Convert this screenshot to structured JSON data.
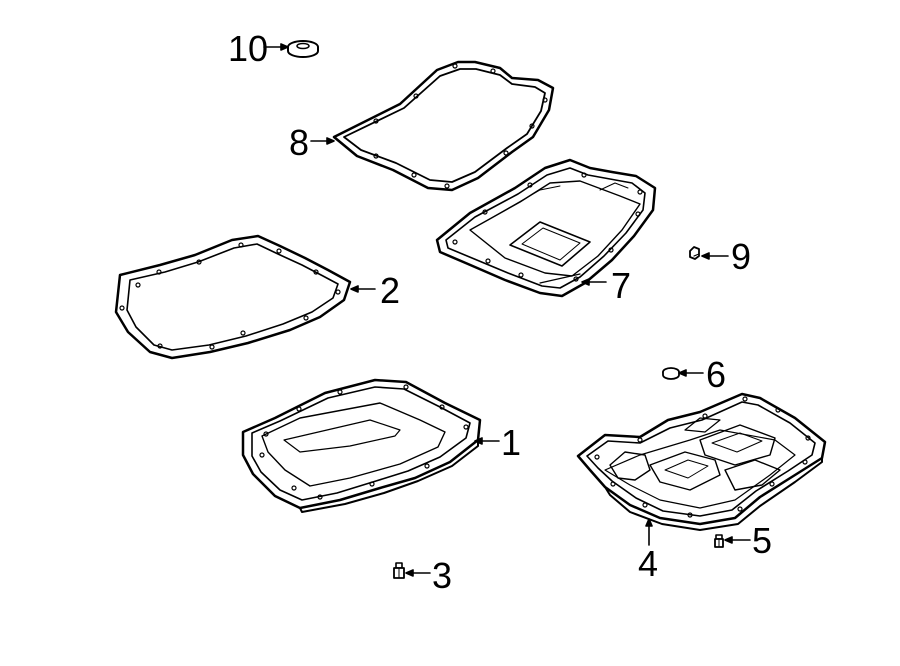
{
  "diagram": {
    "accent_color": "#000000",
    "background_color": "#ffffff",
    "parts": [
      {
        "ref": "1",
        "icon": "oil-pan-icon"
      },
      {
        "ref": "2",
        "icon": "pan-gasket-icon"
      },
      {
        "ref": "3",
        "icon": "drain-plug-icon"
      },
      {
        "ref": "4",
        "icon": "valve-body-pan-icon"
      },
      {
        "ref": "5",
        "icon": "bolt-icon"
      },
      {
        "ref": "6",
        "icon": "magnet-icon"
      },
      {
        "ref": "7",
        "icon": "filter-pan-icon"
      },
      {
        "ref": "8",
        "icon": "filter-gasket-icon"
      },
      {
        "ref": "9",
        "icon": "bolt-icon"
      },
      {
        "ref": "10",
        "icon": "washer-icon"
      }
    ]
  }
}
